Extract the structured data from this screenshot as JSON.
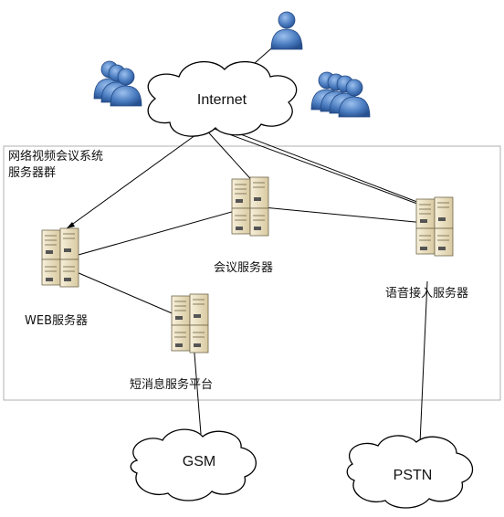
{
  "group": {
    "title": "网络视频会议系统服务器群"
  },
  "clouds": {
    "internet": "Internet",
    "gsm": "GSM",
    "pstn": "PSTN"
  },
  "servers": {
    "conference": "会议服务器",
    "web": "WEB服务器",
    "sms": "短消息服务平台",
    "voice": "语音接入服务器"
  },
  "icons": {
    "user": "user-icon",
    "user_group": "user-group-icon",
    "server": "server-rack-icon",
    "cloud": "cloud-icon"
  },
  "colors": {
    "user_fill": "#4a7cc0",
    "server_fill": "#ece1c4",
    "line": "#000000",
    "group_border": "#b0b0b0"
  }
}
